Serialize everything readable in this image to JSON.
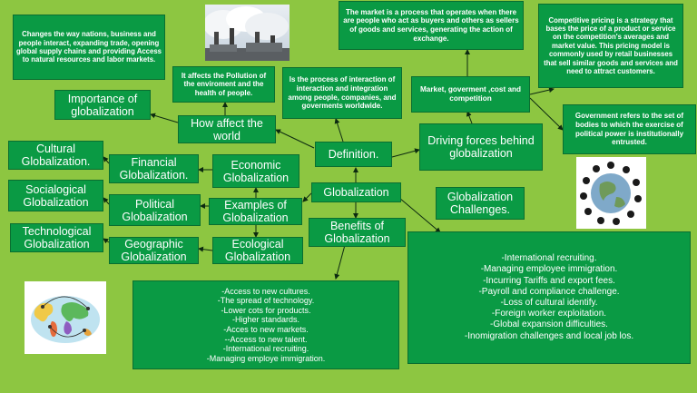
{
  "nodes": {
    "globalization": "Globalization",
    "definition": "Definition.",
    "how_affect": "How affect the world",
    "importance": "Importance of globalization",
    "driving_forces": "Driving forces behind globalization",
    "challenges_title": "Globalization Challenges.",
    "benefits": "Benefits of Globalization",
    "examples": "Examples of Globalization",
    "economic": "Economic Globalization",
    "financial": "Financial Globalization.",
    "political": "Political Globalization",
    "ecological": "Ecological Globalization",
    "geographic": "Geographic Globalization",
    "cultural": "Cultural Globalization.",
    "socialogical": "Socialogical Globalization",
    "technological": "Technological Globalization"
  },
  "notes": {
    "importance_desc": "Changes the way nations, business and people interact, expanding trade, opening global supply chains and providing Access to natural resources and labor markets.",
    "pollution": "It affects the Pollution of the enviroment and the health of people.",
    "definition_desc": "Is the process of interaction of interaction and integration among people, companies, and goverments worldwide.",
    "market": "The market is a process that operates when there are people who act as buyers and others as sellers of goods and services, generating the action of exchange.",
    "competitive_pricing": "Competitive pricing is a strategy that bases the price of a product or service on the competition's averages and market value. This pricing model is commonly used by retail businesses that sell similar goods and services and need to attract customers.",
    "forces_list": "Market, goverment ,cost and competition",
    "government": "Government refers to the set of bodies to which the exercise of political power is institutionally entrusted."
  },
  "benefits_list": [
    "-Access to new cultures.",
    "-The spread of technology.",
    "-Lower cots for products.",
    "-Higher standards.",
    "-Acces to new markets.",
    "--Access to new talent.",
    "-International recruiting.",
    "-Managing employe immigration."
  ],
  "challenges_list": [
    "-International  recruiting.",
    "-Managing employee immigration.",
    "-Incurring Tariffs and export fees.",
    "-Payroll and compliance challenge.",
    "-Loss of cultural identify.",
    "-Foreign worker exploitation.",
    "-Global expansion difficulties.",
    "-Inomigration challenges and local job los."
  ],
  "images": {
    "factory": "factory-smoke-image",
    "people_globe": "people-around-globe-image",
    "world_map": "world-map-illustration"
  },
  "colors": {
    "background": "#8dc641",
    "box": "#0a9a44",
    "line": "#0c2a10"
  }
}
